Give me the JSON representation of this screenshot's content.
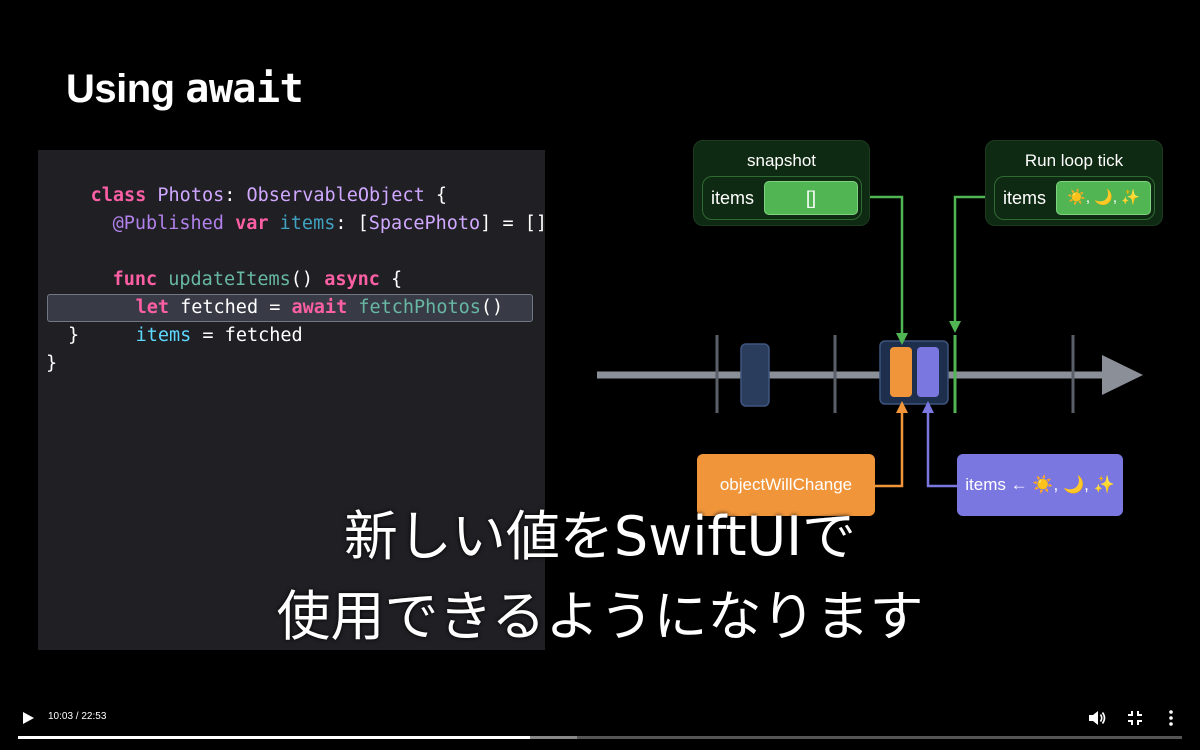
{
  "slide": {
    "title_plain": "Using ",
    "title_code": "await"
  },
  "code": {
    "line1": {
      "kw": "class",
      "type": "Photos",
      "colon": ": ",
      "proto": "ObservableObject",
      "brace": " {"
    },
    "line2": {
      "attr": "@Published",
      "kw": "var",
      "prop": "items",
      "rest_a": ": [",
      "type": "SpacePhoto",
      "rest_b": "] = []"
    },
    "line4": {
      "kw": "func",
      "name": "updateItems",
      "paren": "() ",
      "kw2": "async",
      "brace": " {"
    },
    "line5": {
      "kw": "let",
      "var": " fetched = ",
      "kw2": "await",
      "call": "fetchPhotos",
      "paren": "()"
    },
    "line6": {
      "prop": "items",
      "rest": " = fetched"
    },
    "line7": "}",
    "line8": "}"
  },
  "diagram": {
    "snapshot": {
      "title": "snapshot",
      "label": "items",
      "value": "[]"
    },
    "run_loop": {
      "title": "Run loop tick",
      "label": "items",
      "value": "☀️, 🌙, ✨"
    },
    "object_will_change": "objectWillChange",
    "items_update": "items ← ☀️, 🌙, ✨",
    "colors": {
      "timeline": "#8a8f98",
      "green": "#52b553",
      "orange": "#f0953a",
      "purple": "#7b77e0",
      "navy": "#2a3d5c"
    }
  },
  "subtitles": {
    "line1": "新しい値をSwiftUIで",
    "line2": "使用できるようになります"
  },
  "player": {
    "time": "10:03 / 22:53",
    "progress": 0.44,
    "buffered": 0.48,
    "icons": [
      "play-icon",
      "volume-icon",
      "exit-fullscreen-icon",
      "more-options-icon"
    ]
  }
}
